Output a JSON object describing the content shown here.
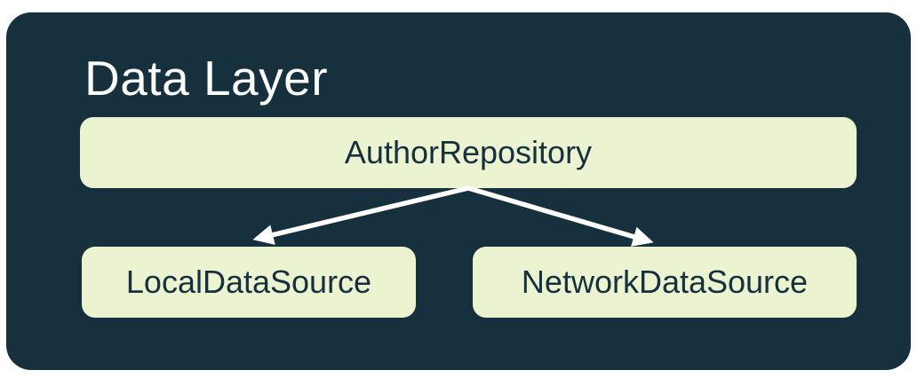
{
  "diagram": {
    "title": "Data Layer",
    "nodes": [
      {
        "id": "author-repository",
        "label": "AuthorRepository"
      },
      {
        "id": "local-data-source",
        "label": "LocalDataSource"
      },
      {
        "id": "network-data-source",
        "label": "NetworkDataSource"
      }
    ],
    "edges": [
      {
        "from": "AuthorRepository",
        "to": "LocalDataSource"
      },
      {
        "from": "AuthorRepository",
        "to": "NetworkDataSource"
      }
    ],
    "colors": {
      "page_background": "#FFFFFF",
      "container_background": "#16303E",
      "node_background": "#ECF3D0",
      "node_text": "#16303E",
      "title_text": "#FAFBFB",
      "arrow": "#FFFFFF"
    }
  }
}
